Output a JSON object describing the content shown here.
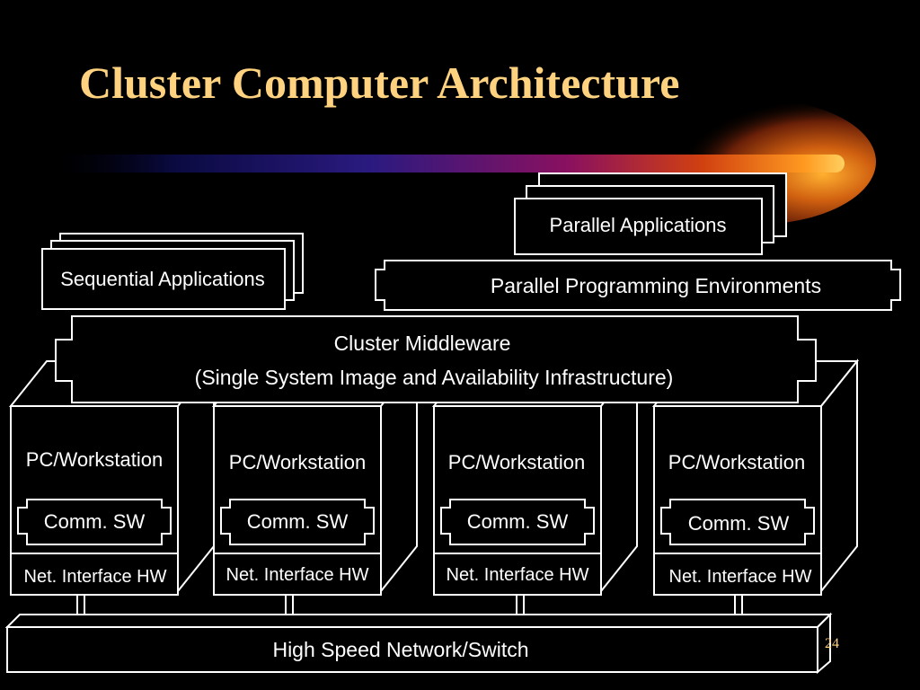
{
  "slide": {
    "title": "Cluster Computer Architecture",
    "page_number": "24"
  },
  "colors": {
    "background": "#000000",
    "title": "#ffd27f",
    "box_fill": "#000000",
    "box_stroke": "#ffffff",
    "text": "#ffffff",
    "page_number": "#ffd27f",
    "streak": [
      "#0a0a40",
      "#2a1a80",
      "#8a1060",
      "#d04010",
      "#ff9a20",
      "#ffd060"
    ]
  },
  "diagram": {
    "sequential_applications": "Sequential Applications",
    "parallel_applications": "Parallel Applications",
    "parallel_programming_environments": "Parallel Programming Environments",
    "cluster_middleware": {
      "line1": "Cluster Middleware",
      "line2": "(Single System Image and Availability Infrastructure)"
    },
    "nodes": [
      {
        "workstation": "PC/Workstation",
        "comm_sw": "Comm. SW",
        "net_hw": "Net. Interface HW"
      },
      {
        "workstation": "PC/Workstation",
        "comm_sw": "Comm. SW",
        "net_hw": "Net. Interface HW"
      },
      {
        "workstation": "PC/Workstation",
        "comm_sw": "Comm. SW",
        "net_hw": "Net. Interface HW"
      },
      {
        "workstation": "PC/Workstation",
        "comm_sw": "Comm. SW",
        "net_hw": "Net. Interface HW"
      }
    ],
    "network_switch": "High Speed Network/Switch"
  }
}
